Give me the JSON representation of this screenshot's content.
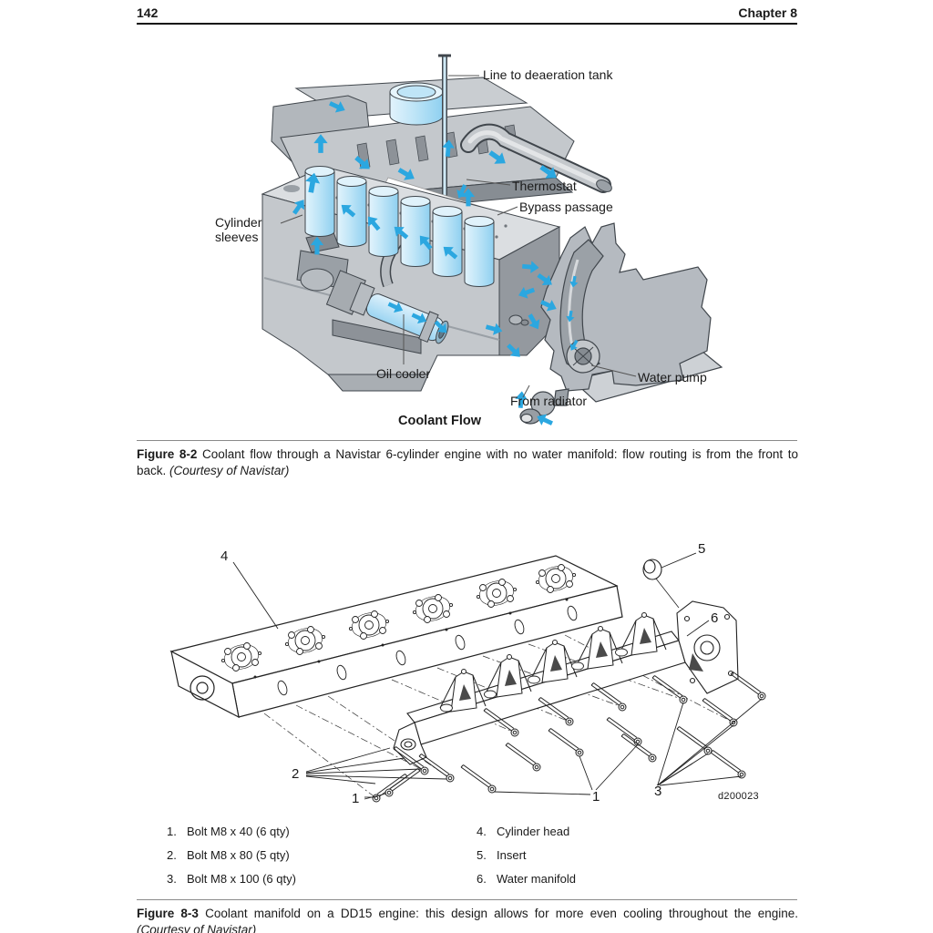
{
  "header": {
    "page_number": "142",
    "chapter": "Chapter 8"
  },
  "figure1": {
    "labels": {
      "line_to_deaeration_tank": "Line to deaeration tank",
      "thermostat": "Thermostat",
      "bypass_passage": "Bypass passage",
      "cylinder_sleeves": "Cylinder sleeves",
      "oil_cooler": "Oil cooler",
      "water_pump": "Water pump",
      "from_radiator": "From radiator"
    },
    "title": "Coolant Flow",
    "caption": {
      "label": "Figure 8-2",
      "text": "Coolant flow through a Navistar 6-cylinder engine with no water manifold: flow routing is from the front to back.",
      "courtesy": "(Courtesy of Navistar)"
    },
    "colors": {
      "arrow_blue": "#2ba7e0",
      "coolant_blue": "#a9dcf5",
      "metal_gray": "#c4c8cc"
    }
  },
  "figure2": {
    "callouts": {
      "c1a": "1",
      "c1b": "1",
      "c2": "2",
      "c3": "3",
      "c4": "4",
      "c5": "5",
      "c6": "6"
    },
    "drawing_code": "d200023",
    "legend": {
      "left": [
        {
          "n": "1.",
          "label": "Bolt M8 x 40 (6 qty)"
        },
        {
          "n": "2.",
          "label": "Bolt M8 x 80 (5 qty)"
        },
        {
          "n": "3.",
          "label": "Bolt M8 x 100 (6 qty)"
        }
      ],
      "right": [
        {
          "n": "4.",
          "label": "Cylinder head"
        },
        {
          "n": "5.",
          "label": "Insert"
        },
        {
          "n": "6.",
          "label": "Water manifold"
        }
      ]
    },
    "caption": {
      "label": "Figure 8-3",
      "text": "Coolant manifold on a DD15 engine: this design allows for more even cooling throughout the engine.",
      "courtesy": "(Courtesy of Navistar)"
    }
  }
}
